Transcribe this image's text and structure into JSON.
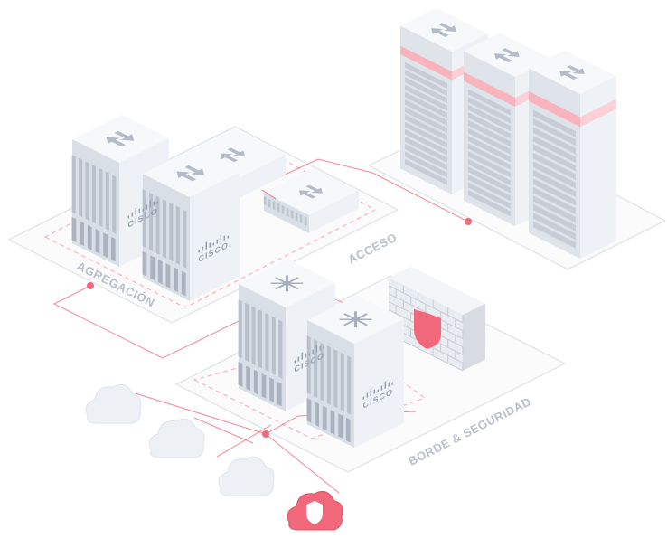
{
  "zones": {
    "aggregation": {
      "label": "AGREGACIÓN"
    },
    "access": {
      "label": "ACCESO"
    },
    "edge_security": {
      "label": "BORDE & SEGURIDAD"
    }
  },
  "vendor_logo": "CISCO",
  "icons": {
    "chassis": "bidirectional-arrows-icon",
    "access_switch": "bidirectional-arrows-icon",
    "server": "bidirectional-arrows-icon",
    "edge_chassis": "star-router-icon",
    "firewall": "shield-icon",
    "cloud": "cloud-icon",
    "secure_cloud": "shield-icon"
  },
  "colors": {
    "accent": "#f0687a",
    "accent_light": "#f9b3bc",
    "device_light": "#eef2f6",
    "device_mid": "#d9dfe7",
    "device_dark": "#c3cbd6",
    "platform_stroke": "#e3e6ea",
    "label": "#b9c0cc"
  }
}
